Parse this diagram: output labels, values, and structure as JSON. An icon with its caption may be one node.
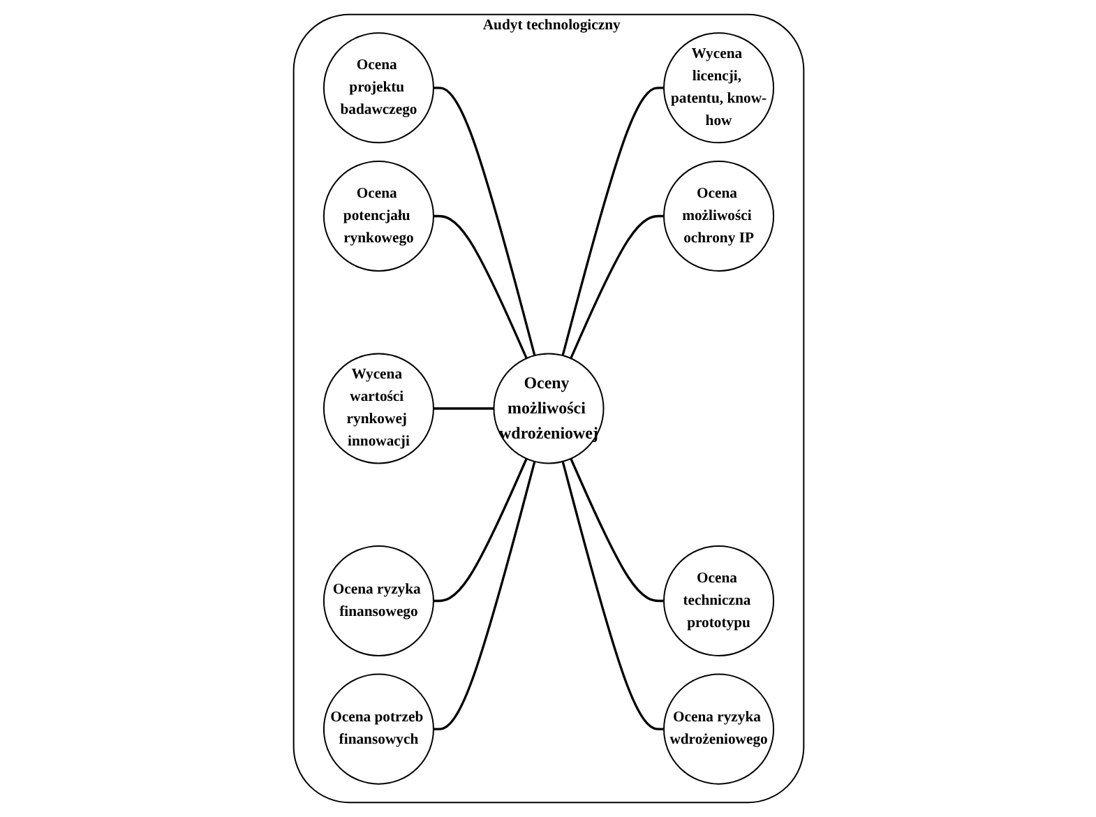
{
  "diagram": {
    "nodes": [
      {
        "text": [
          "Audyt technologiczny"
        ]
      },
      {
        "text": [
          "Oceny możliwości wdrożeniowej"
        ],
        "in": 0
      },
      {
        "text": [
          "Ocena projektu badawczego"
        ],
        "in": 0
      },
      {
        "text": [
          "Ocena potencjału rynkowego"
        ],
        "in": 0
      },
      {
        "text": [
          "Wycena wartości rynkowej innowacji"
        ],
        "in": 0
      },
      {
        "text": [
          "Wycena licencji, patentu, know-how"
        ],
        "in": 0
      },
      {
        "text": [
          "Ocena możliwości ochrony IP"
        ],
        "in": 0
      },
      {
        "text": [
          "Ocena techniczna prototypu"
        ],
        "in": 0
      },
      {
        "text": [
          "Ocena ryzyka wdrożeniowego"
        ],
        "in": 0
      },
      {
        "text": [
          "Ocena ryzyka finansowego"
        ],
        "in": 0
      },
      {
        "text": [
          "Ocena potrzeb finansowych"
        ],
        "in": 0
      }
    ],
    "edges": [
      {
        "from": 2,
        "to": 1,
        "arrow": "none"
      },
      {
        "from": 3,
        "to": 1,
        "arrow": "none"
      },
      {
        "from": 4,
        "to": 1,
        "arrow": "none"
      },
      {
        "from": 1,
        "to": 5,
        "arrow": "none"
      },
      {
        "from": 1,
        "to": 6,
        "arrow": "none"
      },
      {
        "from": 1,
        "to": 7,
        "arrow": "none"
      },
      {
        "from": 1,
        "to": 8,
        "arrow": "none"
      },
      {
        "from": 9,
        "to": 1,
        "arrow": "none"
      },
      {
        "from": 10,
        "to": 1,
        "arrow": "none"
      }
    ]
  }
}
